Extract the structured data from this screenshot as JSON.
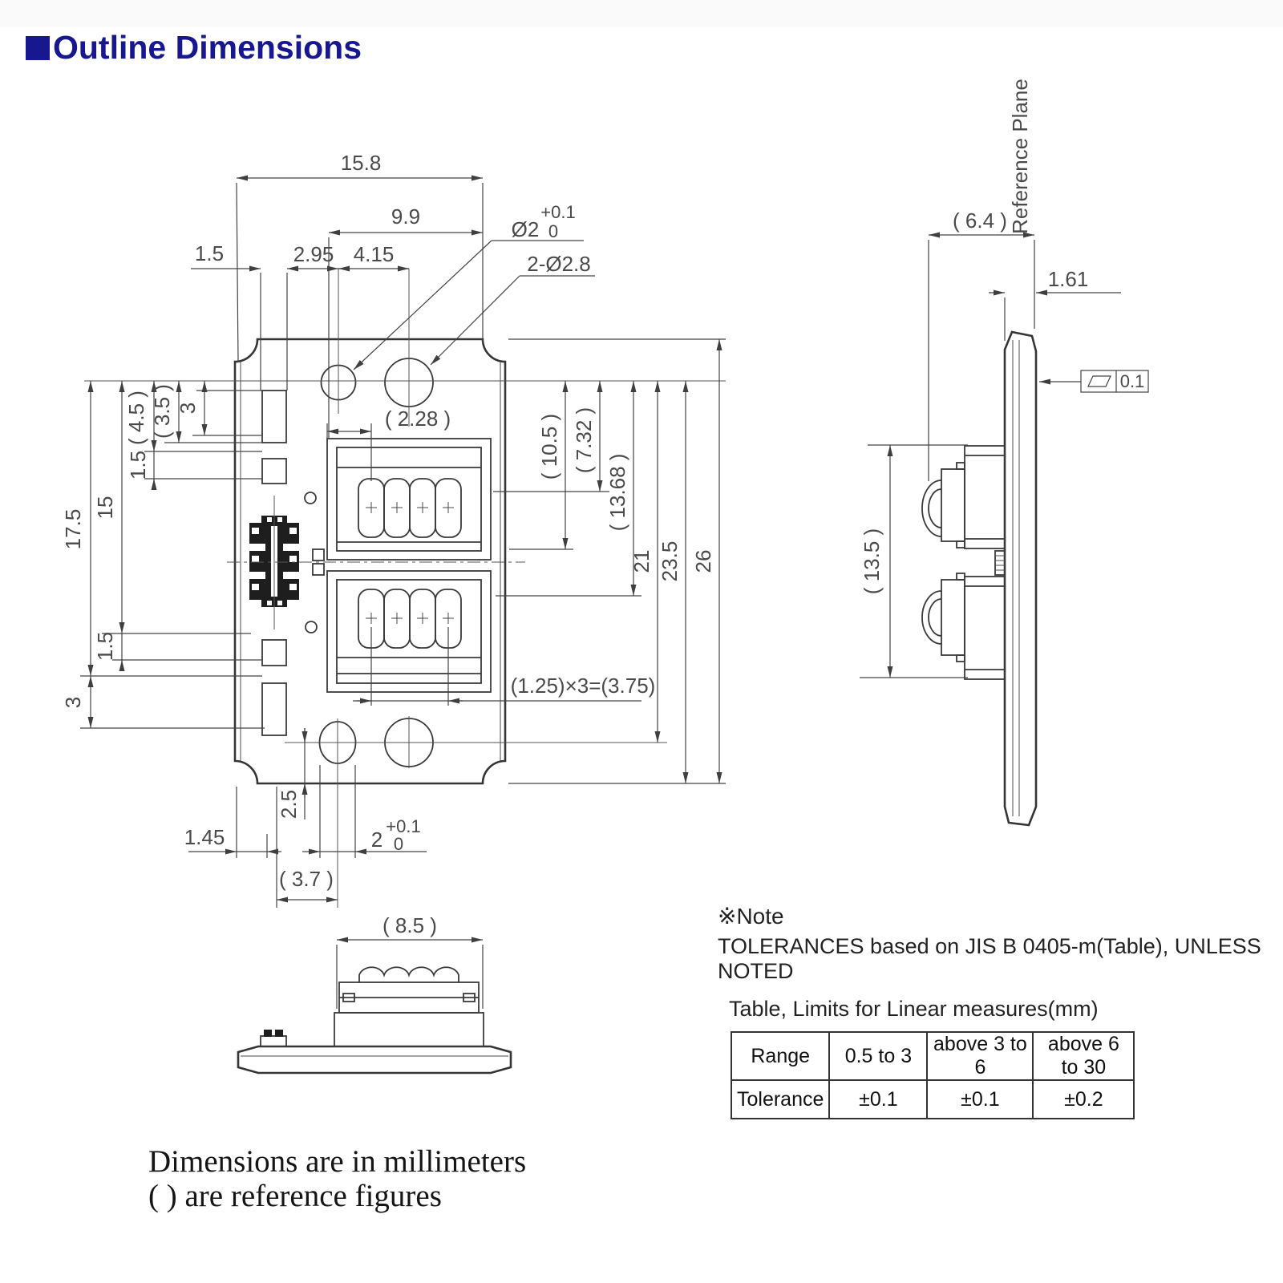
{
  "title": {
    "text": "Outline Dimensions"
  },
  "front": {
    "d15_8": "15.8",
    "d9_9": "9.9",
    "d1_5a": "1.5",
    "d2_95": "2.95",
    "d4_15": "4.15",
    "hole_top_label": "Ø2",
    "hole_top_tol_plus": "+0.1",
    "hole_top_tol_zero": "0",
    "hole_pair_label": "2-Ø2.8",
    "d2_28": "( 2.28 )",
    "d4_5": "( 4.5 )",
    "d3_5": "( 3.5 )",
    "d3a": "3",
    "d1_5b": "1.5",
    "d15": "15",
    "d17_5": "17.5",
    "d1_5c": "1.5",
    "d3b": "3",
    "d10_5": "( 10.5 )",
    "d7_32": "( 7.32 )",
    "d13_68": "( 13.68 )",
    "d21": "21",
    "d23_5": "23.5",
    "d26": "26",
    "dpitch": "(1.25)×3=(3.75)",
    "d2_5": "2.5",
    "d1_45": "1.45",
    "hole_bot_label": "2",
    "hole_bot_tol_plus": "+0.1",
    "hole_bot_tol_zero": "0",
    "d3_7": "( 3.7 )"
  },
  "side": {
    "reference_plane": "Reference Plane",
    "d6_4": "( 6.4 )",
    "d1_61": "1.61",
    "flatness_value": "0.1",
    "d13_5": "( 13.5 )"
  },
  "bottom": {
    "d8_5": "( 8.5 )"
  },
  "note": {
    "marker": "※Note",
    "tolerance_line": "TOLERANCES based on JIS B 0405-m(Table), UNLESS NOTED",
    "table_caption": "Table, Limits for Linear measures(mm)",
    "table": {
      "range_label": "Range",
      "tolerance_label": "Tolerance",
      "ranges": [
        "0.5 to 3",
        "above 3 to 6",
        "above 6 to 30"
      ],
      "tolerances": [
        "±0.1",
        "±0.1",
        "±0.2"
      ]
    }
  },
  "footer": {
    "line1": "Dimensions are in millimeters",
    "line2": "( ) are reference figures"
  },
  "colors": {
    "accent": "#17178f",
    "line": "#3d3d3d",
    "dim_text": "#4a4a4a"
  }
}
